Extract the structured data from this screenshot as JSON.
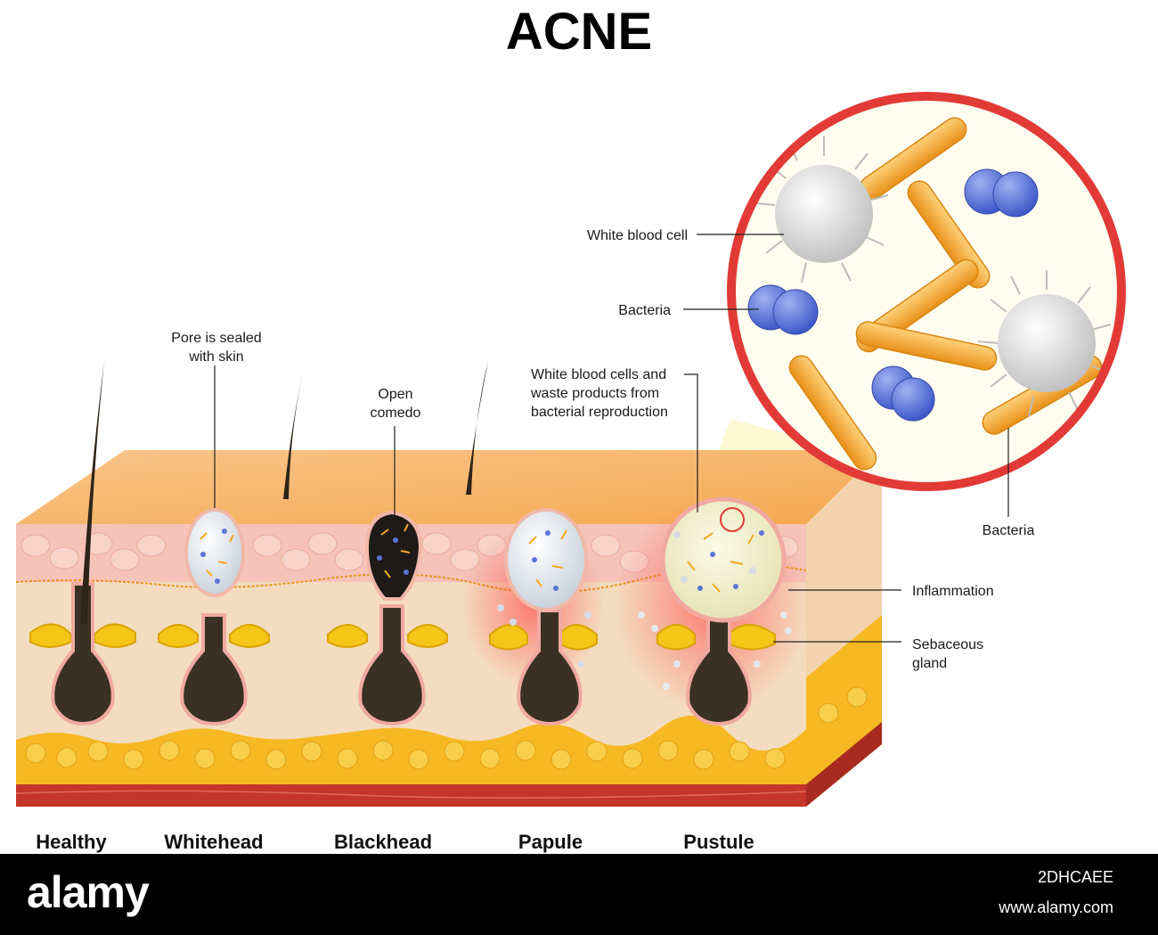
{
  "title": "ACNE",
  "labels": {
    "pore_sealed_line1": "Pore is sealed",
    "pore_sealed_line2": "with skin",
    "open_comedo_line1": "Open",
    "open_comedo_line2": "comedo",
    "wbc_waste_line1": "White blood cells and",
    "wbc_waste_line2": "waste products from",
    "wbc_waste_line3": "bacterial reproduction",
    "white_blood_cell": "White blood cell",
    "bacteria_upper": "Bacteria",
    "bacteria_lower": "Bacteria",
    "inflammation": "Inflammation",
    "sebaceous_line1": "Sebaceous",
    "sebaceous_line2": "gland"
  },
  "stages": [
    "Healthy",
    "Whitehead",
    "Blackhead",
    "Papule",
    "Pustule"
  ],
  "footer": {
    "brand": "alamy",
    "image_id": "2DHCAEE",
    "site": "www.alamy.com"
  },
  "colors": {
    "skin_top": "#f7b56a",
    "epidermis": "#f5c3b8",
    "dermis": "#f4dcc0",
    "fat": "#f6b923",
    "muscle": "#c4362a",
    "magnifier_ring": "#e23a36",
    "bacteria_rod": "#f5a623",
    "bacteria_cocci": "#5b74d8",
    "white_blood_cell": "#e4e4e4",
    "follicle": "#3a3024",
    "sebum": "#f5c518"
  }
}
